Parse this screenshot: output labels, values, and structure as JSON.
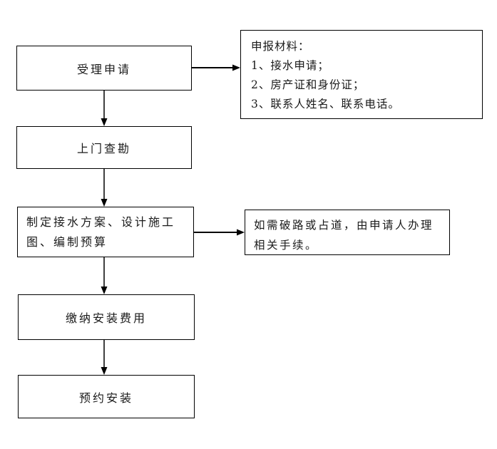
{
  "colors": {
    "background": "#ffffff",
    "border": "#000000",
    "line": "#000000",
    "text": "#1a1a1a"
  },
  "flowchart": {
    "steps": [
      "受理申请",
      "上门查勘",
      "制定接水方案、设计施工图、编制预算",
      "缴纳安装费用",
      "预约安装"
    ],
    "annotations": {
      "materials": {
        "lines": [
          "申报材料：",
          "1、接水申请；",
          "2、房产证和身份证；",
          "3、联系人姓名、联系电话。"
        ]
      },
      "road_note": {
        "text": "如需破路或占道，由申请人办理相关手续。"
      }
    }
  }
}
